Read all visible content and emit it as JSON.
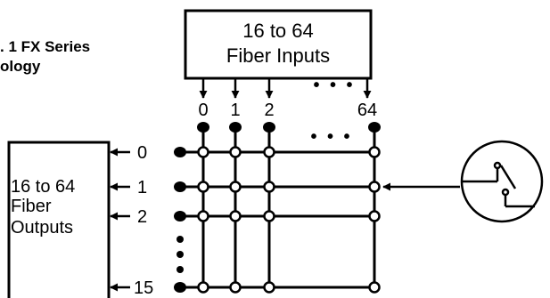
{
  "caption": {
    "line1": ". 1  FX Series",
    "line2": "ology"
  },
  "inputs_box": {
    "line1": "16 to 64",
    "line2": "Fiber Inputs"
  },
  "outputs_box": {
    "line1": "16 to 64",
    "line2": "Fiber",
    "line3": "Outputs"
  },
  "input_labels": [
    "0",
    "1",
    "2",
    "64"
  ],
  "output_labels": [
    "0",
    "1",
    "2",
    "15"
  ],
  "ellipsis": "• • •",
  "colors": {
    "ink": "#000000",
    "background": "#ffffff"
  },
  "icons": {
    "switch": "switch-icon",
    "arrow": "arrow-icon",
    "fiber_end": "filled-dot-icon",
    "crosspoint": "open-circle-icon"
  }
}
